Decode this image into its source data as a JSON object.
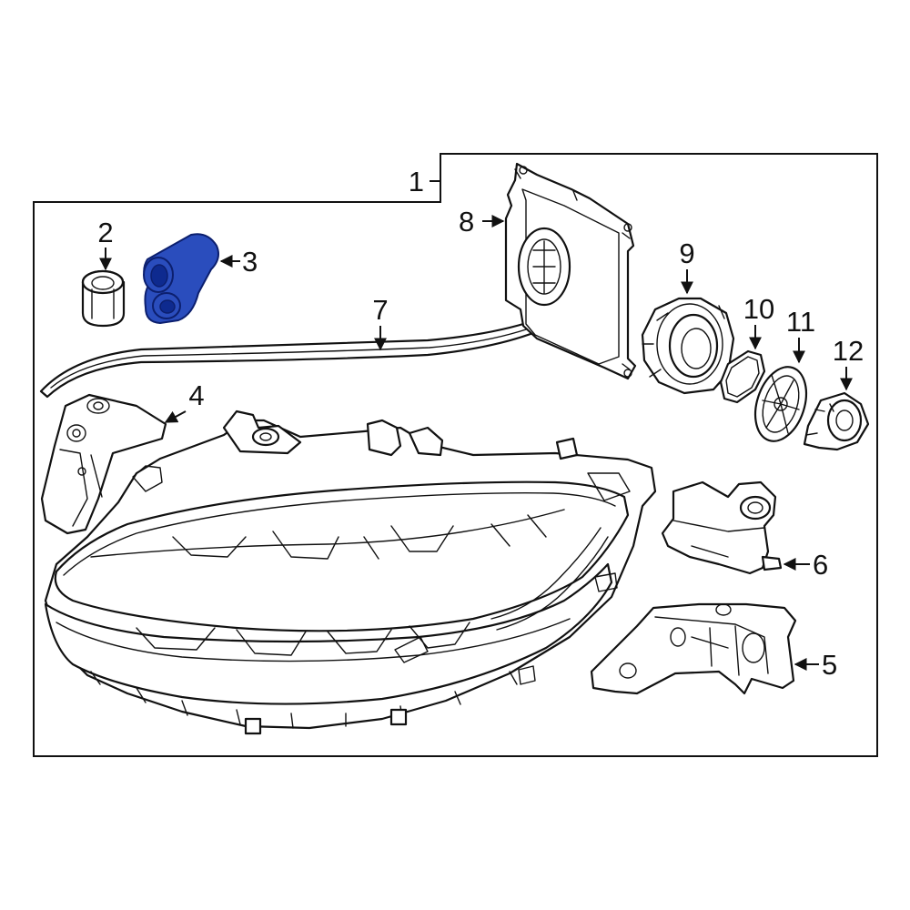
{
  "colors": {
    "highlight": "#2a4dbd",
    "highlight_stroke": "#0c1f6e",
    "line": "#111111",
    "background": "#ffffff"
  },
  "callouts": [
    {
      "id": "1",
      "label": "1"
    },
    {
      "id": "2",
      "label": "2"
    },
    {
      "id": "3",
      "label": "3",
      "highlighted": true
    },
    {
      "id": "4",
      "label": "4"
    },
    {
      "id": "5",
      "label": "5"
    },
    {
      "id": "6",
      "label": "6"
    },
    {
      "id": "7",
      "label": "7"
    },
    {
      "id": "8",
      "label": "8"
    },
    {
      "id": "9",
      "label": "9"
    },
    {
      "id": "10",
      "label": "10"
    },
    {
      "id": "11",
      "label": "11"
    },
    {
      "id": "12",
      "label": "12"
    }
  ]
}
